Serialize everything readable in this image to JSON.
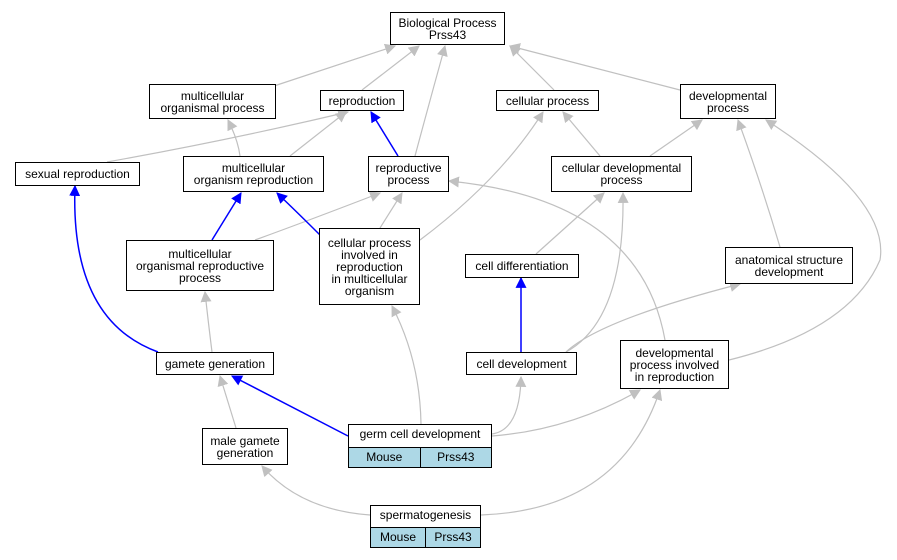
{
  "colors": {
    "is_a_edge": "#c0c0c0",
    "highlight_edge": "#0000ff",
    "gene_cell": "#add8e6"
  },
  "nodes": {
    "biological_process": [
      "Biological Process",
      "Prss43"
    ],
    "multicellular_organismal_process": [
      "multicellular",
      "organismal process"
    ],
    "reproduction": [
      "reproduction"
    ],
    "cellular_process": [
      "cellular process"
    ],
    "developmental_process": [
      "developmental",
      "process"
    ],
    "sexual_reproduction": [
      "sexual reproduction"
    ],
    "multicellular_organism_reproduction": [
      "multicellular",
      "organism reproduction"
    ],
    "reproductive_process": [
      "reproductive",
      "process"
    ],
    "cellular_developmental_process": [
      "cellular developmental",
      "process"
    ],
    "multicellular_organismal_reproductive_process": [
      "multicellular",
      "organismal reproductive",
      "process"
    ],
    "cellular_process_involved_in_reproduction": [
      "cellular process",
      "involved in",
      "reproduction",
      "in multicellular",
      "organism"
    ],
    "cell_differentiation": [
      "cell differentiation"
    ],
    "anatomical_structure_development": [
      "anatomical structure",
      "development"
    ],
    "gamete_generation": [
      "gamete generation"
    ],
    "cell_development": [
      "cell development"
    ],
    "developmental_process_involved_in_reproduction": [
      "developmental",
      "process involved",
      "in reproduction"
    ],
    "germ_cell_development": [
      "germ cell development"
    ],
    "male_gamete_generation": [
      "male gamete",
      "generation"
    ],
    "spermatogenesis": [
      "spermatogenesis"
    ]
  },
  "annotations": {
    "germ_cell_development": {
      "organism": "Mouse",
      "gene": "Prss43"
    },
    "spermatogenesis": {
      "organism": "Mouse",
      "gene": "Prss43"
    }
  },
  "edges": [
    {
      "from": "multicellular_organismal_process",
      "to": "biological_process",
      "type": "is_a"
    },
    {
      "from": "reproduction",
      "to": "biological_process",
      "type": "is_a"
    },
    {
      "from": "cellular_process",
      "to": "biological_process",
      "type": "is_a"
    },
    {
      "from": "developmental_process",
      "to": "biological_process",
      "type": "is_a"
    },
    {
      "from": "reproductive_process",
      "to": "biological_process",
      "type": "is_a"
    },
    {
      "from": "sexual_reproduction",
      "to": "reproduction",
      "type": "is_a"
    },
    {
      "from": "multicellular_organism_reproduction",
      "to": "reproduction",
      "type": "is_a"
    },
    {
      "from": "multicellular_organism_reproduction",
      "to": "multicellular_organismal_process",
      "type": "is_a"
    },
    {
      "from": "reproductive_process",
      "to": "reproduction",
      "type": "highlight"
    },
    {
      "from": "cellular_developmental_process",
      "to": "cellular_process",
      "type": "is_a"
    },
    {
      "from": "cellular_developmental_process",
      "to": "developmental_process",
      "type": "is_a"
    },
    {
      "from": "multicellular_organismal_reproductive_process",
      "to": "multicellular_organism_reproduction",
      "type": "highlight"
    },
    {
      "from": "multicellular_organismal_reproductive_process",
      "to": "reproductive_process",
      "type": "is_a"
    },
    {
      "from": "cellular_process_involved_in_reproduction",
      "to": "multicellular_organism_reproduction",
      "type": "highlight"
    },
    {
      "from": "cellular_process_involved_in_reproduction",
      "to": "reproductive_process",
      "type": "is_a"
    },
    {
      "from": "cellular_process_involved_in_reproduction",
      "to": "cellular_process",
      "type": "is_a"
    },
    {
      "from": "cell_differentiation",
      "to": "cellular_developmental_process",
      "type": "is_a"
    },
    {
      "from": "anatomical_structure_development",
      "to": "developmental_process",
      "type": "is_a"
    },
    {
      "from": "gamete_generation",
      "to": "sexual_reproduction",
      "type": "highlight"
    },
    {
      "from": "gamete_generation",
      "to": "multicellular_organismal_reproductive_process",
      "type": "is_a"
    },
    {
      "from": "cell_development",
      "to": "cell_differentiation",
      "type": "highlight"
    },
    {
      "from": "cell_development",
      "to": "cellular_developmental_process",
      "type": "is_a"
    },
    {
      "from": "cell_development",
      "to": "anatomical_structure_development",
      "type": "is_a"
    },
    {
      "from": "developmental_process_involved_in_reproduction",
      "to": "reproductive_process",
      "type": "is_a"
    },
    {
      "from": "developmental_process_involved_in_reproduction",
      "to": "developmental_process",
      "type": "is_a"
    },
    {
      "from": "germ_cell_development",
      "to": "gamete_generation",
      "type": "highlight"
    },
    {
      "from": "germ_cell_development",
      "to": "cellular_process_involved_in_reproduction",
      "type": "is_a"
    },
    {
      "from": "germ_cell_development",
      "to": "cell_development",
      "type": "is_a"
    },
    {
      "from": "germ_cell_development",
      "to": "developmental_process_involved_in_reproduction",
      "type": "is_a"
    },
    {
      "from": "male_gamete_generation",
      "to": "gamete_generation",
      "type": "is_a"
    },
    {
      "from": "spermatogenesis",
      "to": "male_gamete_generation",
      "type": "is_a"
    },
    {
      "from": "spermatogenesis",
      "to": "developmental_process_involved_in_reproduction",
      "type": "is_a"
    }
  ]
}
